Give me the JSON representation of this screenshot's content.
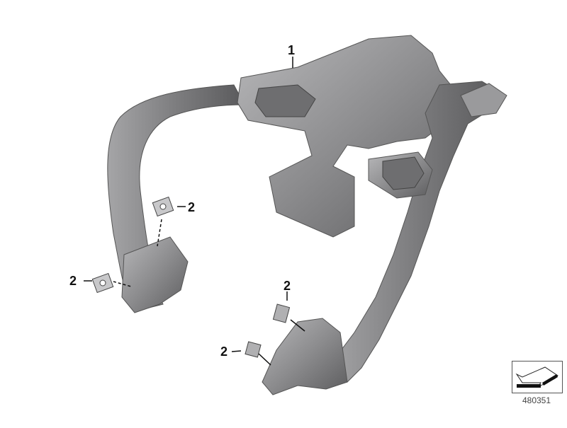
{
  "diagram": {
    "type": "exploded-parts-diagram",
    "subject": "luggage rack / grab handle carrier",
    "callouts": [
      {
        "id": "c1",
        "label": "1",
        "part": "carrier frame"
      },
      {
        "id": "c2a",
        "label": "2",
        "part": "clip nut (upper left)"
      },
      {
        "id": "c2b",
        "label": "2",
        "part": "clip nut (lower left)"
      },
      {
        "id": "c2c",
        "label": "2",
        "part": "clip nut (upper right)"
      },
      {
        "id": "c2d",
        "label": "2",
        "part": "clip nut (lower right)"
      }
    ],
    "reference_number": "480351",
    "colors": {
      "part_fill": "#8a8a8c",
      "part_dark": "#5e5e60",
      "part_light": "#b4b4b6",
      "line": "#111111"
    }
  }
}
